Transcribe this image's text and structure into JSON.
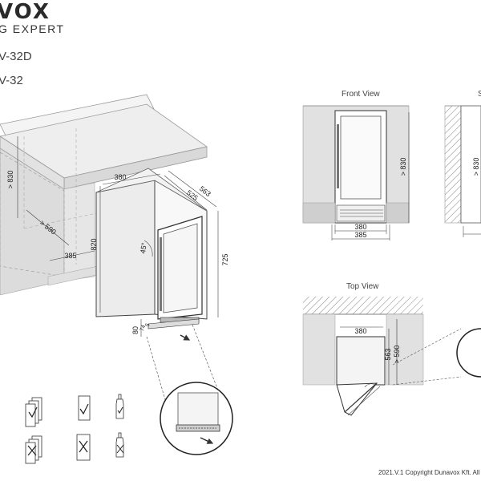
{
  "brand": {
    "name": "VOX",
    "tagline": "G EXPERT"
  },
  "models": [
    "V-32D",
    "V-32"
  ],
  "views": {
    "front": "Front View",
    "side": "S",
    "top": "Top View"
  },
  "dimensions": {
    "main": {
      "h_830": "> 830",
      "d_590": "> 590",
      "w_385": "385",
      "h_820": "820",
      "w_380": "380",
      "d_525": "525",
      "d_563": "563",
      "h_725": "725",
      "angle_45": "45°",
      "h_80": "80",
      "b_74": "74",
      "b_5": "5"
    },
    "front": {
      "h": "> 830",
      "w1": "380",
      "w2": "385"
    },
    "side": {
      "h": "> 830"
    },
    "top": {
      "w": "380",
      "d1": "563",
      "d2": "> 590"
    }
  },
  "icons": [
    "stack-ok-icon",
    "cabinet-ok-icon",
    "bottle-ok-icon",
    "stack-no-icon",
    "cabinet-no-icon",
    "bottle-no-icon"
  ],
  "footer": {
    "copyright": "2021.V.1 Copyright Dunavox Kft. All r"
  }
}
